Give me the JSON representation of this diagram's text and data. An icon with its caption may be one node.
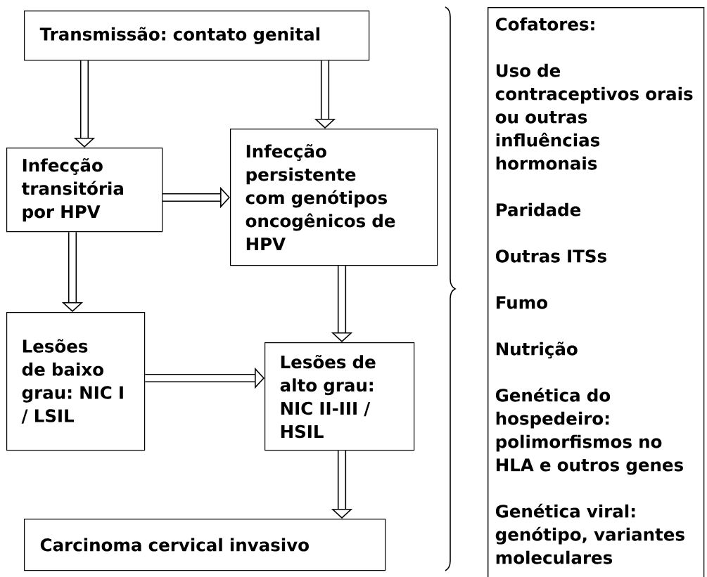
{
  "diagram": {
    "nodes": [
      {
        "text": [
          "Transmissão: contato genital"
        ]
      },
      {
        "text": [
          "Infecção transitória por HPV"
        ]
      },
      {
        "text": [
          "Infecção persistente com genótipos oncogênicos de HPV"
        ]
      },
      {
        "text": [
          "Lesões de baixo grau: NIC I / LSIL"
        ]
      },
      {
        "text": [
          "Lesões de alto grau: NIC II-III / HSIL"
        ]
      },
      {
        "text": [
          "Carcinoma cervical invasivo"
        ]
      },
      {
        "text": [
          "Cofatores:",
          "Uso de contraceptivos orais ou outras influências hormonais",
          "Paridade",
          "Outras ITSs",
          "Fumo",
          "Nutrição",
          "Genética do hospedeiro: polimorfismos no HLA e outros genes",
          "Genética viral: genótipo, variantes moleculares"
        ]
      }
    ],
    "edges": [
      {
        "from": 0,
        "to": 1,
        "arrow": "to"
      },
      {
        "from": 0,
        "to": 2,
        "arrow": "to"
      },
      {
        "from": 1,
        "to": 2,
        "arrow": "to"
      },
      {
        "from": 1,
        "to": 3,
        "arrow": "to"
      },
      {
        "from": 2,
        "to": 4,
        "arrow": "to"
      },
      {
        "from": 3,
        "to": 4,
        "arrow": "to"
      },
      {
        "from": 4,
        "to": 5,
        "arrow": "to"
      }
    ]
  }
}
